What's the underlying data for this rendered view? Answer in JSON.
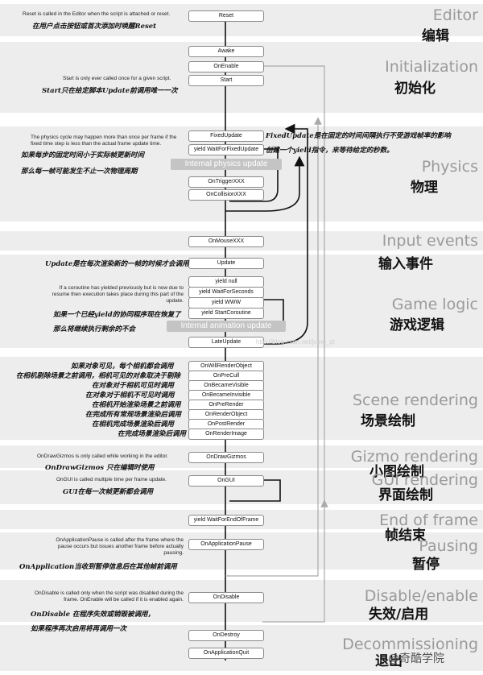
{
  "sections": {
    "editor": {
      "en": "Editor",
      "cn": "编辑"
    },
    "init": {
      "en": "Initialization",
      "cn": "初始化"
    },
    "physics": {
      "en": "Physics",
      "cn": "物理"
    },
    "input": {
      "en": "Input events",
      "cn": "输入事件"
    },
    "game": {
      "en": "Game logic",
      "cn": "游戏逻辑"
    },
    "scene": {
      "en": "Scene rendering",
      "cn": "场景绘制"
    },
    "gizmo": {
      "en": "Gizmo rendering",
      "cn": "小图绘制"
    },
    "gui": {
      "en": "GUI rendering",
      "cn": "界面绘制"
    },
    "eof": {
      "en": "End of frame",
      "cn": "帧结束"
    },
    "pausing": {
      "en": "Pausing",
      "cn": "暂停"
    },
    "disable": {
      "en": "Disable/enable",
      "cn": "失效/启用"
    },
    "decom": {
      "en": "Decommissioning",
      "cn": "退出"
    }
  },
  "boxes": {
    "reset": "Reset",
    "awake": "Awake",
    "onenable": "OnEnable",
    "start": "Start",
    "fixedupdate": "FixedUpdate",
    "yieldfixed": "yield WaitForFixedUpdate",
    "triggerxxx": "OnTriggerXXX",
    "collisionxxx": "OnCollisionXXX",
    "mousexxx": "OnMouseXXX",
    "update": "Update",
    "yieldnull": "yield null",
    "yieldseconds": "yield WaitForSeconds",
    "yieldwww": "yield WWW",
    "yieldcoroutine": "yield StartCoroutine",
    "lateupdate": "LateUpdate",
    "willrender": "OnWillRenderObject",
    "preculled": "OnPreCull",
    "becamevisible": "OnBecameVisible",
    "becameinvisible": "OnBecameInvisible",
    "prerender": "OnPreRender",
    "renderobject": "OnRenderObject",
    "postrender": "OnPostRender",
    "renderimage": "OnRenderImage",
    "drawgizmos": "OnDrawGizmos",
    "ongui": "OnGUI",
    "yieldeof": "yield WaitForEndOfFrame",
    "apppause": "OnApplicationPause",
    "ondisable": "OnDisable",
    "ondestroy": "OnDestroy",
    "appquit": "OnApplicationQuit"
  },
  "gray_labels": {
    "physics_update": "Internal physics update",
    "animation_update": "Internal animation update"
  },
  "notes": {
    "reset": "Reset is called in the Editor when the script is attached or reset.",
    "start": "Start is only ever called once for a given script.",
    "physics": "The physics cycle may happen more than once per frame if the fixed time step is less than the actual frame update time.",
    "coroutine": "If a coroutine has yielded previously but is now due to resume then execution takes place during this part of the update.",
    "gizmos": "OnDrawGizmos is only called while working in the editor.",
    "gui": "OnGUI is called multiple time per frame update.",
    "pause": "OnApplicationPause is called after the frame where the pause occurs but issues another frame before actually pausing.",
    "disable": "OnDisable is called only when the script was disabled during the frame. OnEnable will be called if it is enabled again."
  },
  "cn_notes": {
    "reset": "在用户点击按钮或首次添加时唤醒Reset",
    "start": "Start只在给定脚本Update前调用唯一一次",
    "fixed": "FixedUpdate是在固定的时间间隔执行不受游戏帧率的影响",
    "yieldfixed": "创建一个yield指令，来等待给定的秒数。",
    "physics1": "如果每步的固定时间小于实际帧更新时间",
    "physics2": "那么每一帧可能发生不止一次物理周期",
    "update": "Update是在每次渲染新的一帧的时候才会调用",
    "coroutine1": "如果一个已经yield的协同程序现在恢复了",
    "coroutine2": "那么将继续执行剩余的不会",
    "r1": "如果对象可见，每个相机都会调用",
    "r2": "在相机剔除场景之前调用，相机可见的对象取决于剔除",
    "r3": "在对象对于相机可见时调用",
    "r4": "在对象对于相机不可见时调用",
    "r5": "在相机开始渲染场景之前调用",
    "r6": "在完成所有常规场景渲染后调用",
    "r7": "在相机完成场景渲染后调用",
    "r8": "在完成场景渲染后调用",
    "gizmos": "OnDrawGizmos 只在编辑时使用",
    "gui": "GUI在每一次帧更新都会调用",
    "pause": "OnApplication当收到暂停信息后在其他帧前调用",
    "disable1": "OnDisable 在程序失效或销毁被调用，",
    "disable2": "如果程序再次启用将再调用一次"
  },
  "watermarks": {
    "url": "http://blog.csdn.net/jvmo_qt",
    "brand": "@奇酷学院"
  }
}
